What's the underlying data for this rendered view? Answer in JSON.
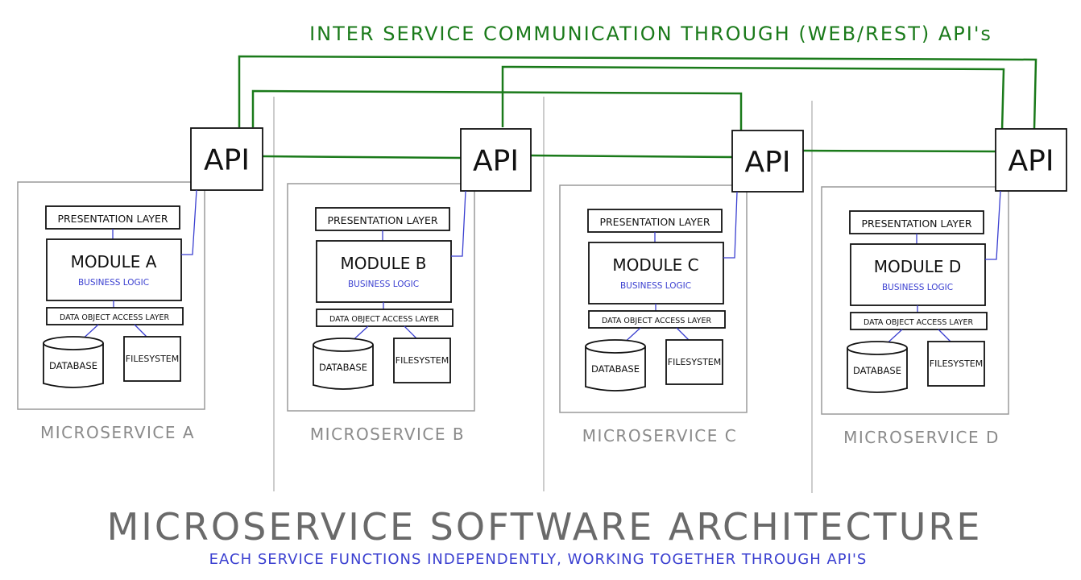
{
  "top_label": "INTER SERVICE COMMUNICATION THROUGH (WEB/REST) API's",
  "main_title": "MICROSERVICE SOFTWARE ARCHITECTURE",
  "subtitle": "EACH SERVICE FUNCTIONS INDEPENDENTLY, WORKING TOGETHER THROUGH API'S",
  "services": [
    {
      "api_label": "API",
      "presentation_label": "PRESENTATION LAYER",
      "module_label": "MODULE A",
      "logic_label": "BUSINESS LOGIC",
      "dao_label": "DATA OBJECT ACCESS LAYER",
      "database_label": "DATABASE",
      "filesystem_label": "FILESYSTEM",
      "service_label": "MICROSERVICE A"
    },
    {
      "api_label": "API",
      "presentation_label": "PRESENTATION LAYER",
      "module_label": "MODULE B",
      "logic_label": "BUSINESS LOGIC",
      "dao_label": "DATA OBJECT ACCESS LAYER",
      "database_label": "DATABASE",
      "filesystem_label": "FILESYSTEM",
      "service_label": "MICROSERVICE B"
    },
    {
      "api_label": "API",
      "presentation_label": "PRESENTATION LAYER",
      "module_label": "MODULE C",
      "logic_label": "BUSINESS LOGIC",
      "dao_label": "DATA OBJECT ACCESS LAYER",
      "database_label": "DATABASE",
      "filesystem_label": "FILESYSTEM",
      "service_label": "MICROSERVICE C"
    },
    {
      "api_label": "API",
      "presentation_label": "PRESENTATION LAYER",
      "module_label": "MODULE D",
      "logic_label": "BUSINESS LOGIC",
      "dao_label": "DATA OBJECT ACCESS LAYER",
      "database_label": "DATABASE",
      "filesystem_label": "FILESYSTEM",
      "service_label": "MICROSERVICE D"
    }
  ],
  "colors": {
    "ink": "#111111",
    "green": "#1a7a1a",
    "blue": "#3a3fd0",
    "gray": "#9a9a9a",
    "label_gray": "#8a8a8a"
  }
}
